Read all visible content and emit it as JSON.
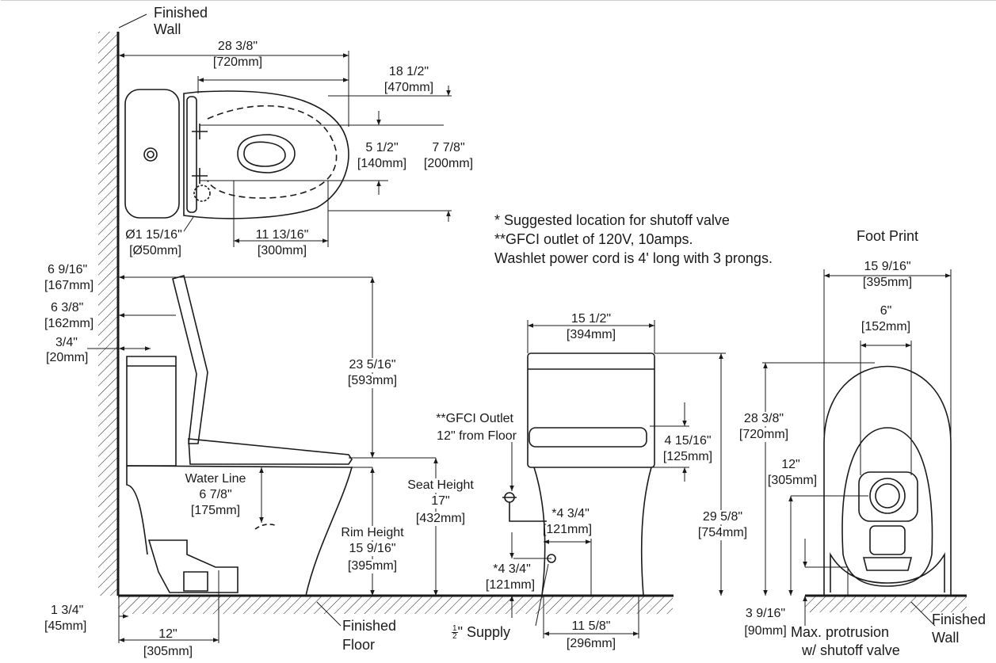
{
  "notes": {
    "line1": "* Suggested location for shutoff valve",
    "line2": "**GFCI outlet of 120V, 10amps.",
    "line3": "Washlet power cord is 4' long with 3 prongs."
  },
  "labels": {
    "finished_wall_top_1": "Finished",
    "finished_wall_top_2": "Wall",
    "finished_floor_1": "Finished",
    "finished_floor_2": "Floor",
    "finished_wall_right_1": "Finished",
    "finished_wall_right_2": "Wall",
    "foot_print": "Foot Print",
    "water_line": "Water Line",
    "seat_height": "Seat Height",
    "rim_height": "Rim Height",
    "gfci_1": "**GFCI Outlet",
    "gfci_2": "12\" from Floor",
    "supply_num": "1",
    "supply_den": "2",
    "supply_text": "\" Supply",
    "max_protrusion_1": "Max. protrusion",
    "max_protrusion_2": "w/ shutoff valve"
  },
  "dimensions": {
    "overall_depth": {
      "in": "28 3/8\"",
      "mm": "[720mm]"
    },
    "bowl_length": {
      "in": "18 1/2\"",
      "mm": "[470mm]"
    },
    "seat_bolt_spacing": {
      "in": "5 1/2\"",
      "mm": "[140mm]"
    },
    "bowl_opening_width": {
      "in": "7 7/8\"",
      "mm": "[200mm]"
    },
    "supply_hole": {
      "in": "Ø1 15/16\"",
      "mm": "[Ø50mm]"
    },
    "bolt_to_front": {
      "in": "11 13/16\"",
      "mm": "[300mm]"
    },
    "lid_clearance": {
      "in": "6 9/16\"",
      "mm": "[167mm]"
    },
    "tank_depth_offset": {
      "in": "6 3/8\"",
      "mm": "[162mm]"
    },
    "wall_gap": {
      "in": "3/4\"",
      "mm": "[20mm]"
    },
    "lid_open_height": {
      "in": "23 5/16\"",
      "mm": "[593mm]"
    },
    "water_line_height": {
      "in": "6 7/8\"",
      "mm": "[175mm]"
    },
    "seat_height": {
      "in": "17\"",
      "mm": "[432mm]"
    },
    "rim_height": {
      "in": "15 9/16\"",
      "mm": "[395mm]"
    },
    "base_offset": {
      "in": "1 3/4\"",
      "mm": "[45mm]"
    },
    "rough_in": {
      "in": "12\"",
      "mm": "[305mm]"
    },
    "tank_width": {
      "in": "15 1/2\"",
      "mm": "[394mm]"
    },
    "control_panel_height": {
      "in": "4 15/16\"",
      "mm": "[125mm]"
    },
    "overall_height": {
      "in": "29 5/8\"",
      "mm": "[754mm]"
    },
    "supply_offset_side": {
      "in": "*4 3/4\"",
      "mm": "[121mm]"
    },
    "supply_height": {
      "in": "*4 3/4\"",
      "mm": "[121mm]"
    },
    "supply_from_center": {
      "in": "11 5/8\"",
      "mm": "[296mm]"
    },
    "foot_width": {
      "in": "15 9/16\"",
      "mm": "[395mm]"
    },
    "foot_inner_width": {
      "in": "6\"",
      "mm": "[152mm]"
    },
    "foot_length": {
      "in": "28 3/8\"",
      "mm": "[720mm]"
    },
    "foot_rough_in": {
      "in": "12\"",
      "mm": "[305mm]"
    },
    "max_protrusion": {
      "in": "3 9/16\"",
      "mm": "[90mm]"
    }
  },
  "colors": {
    "ink": "#1a1a1a",
    "background": "#ffffff"
  }
}
